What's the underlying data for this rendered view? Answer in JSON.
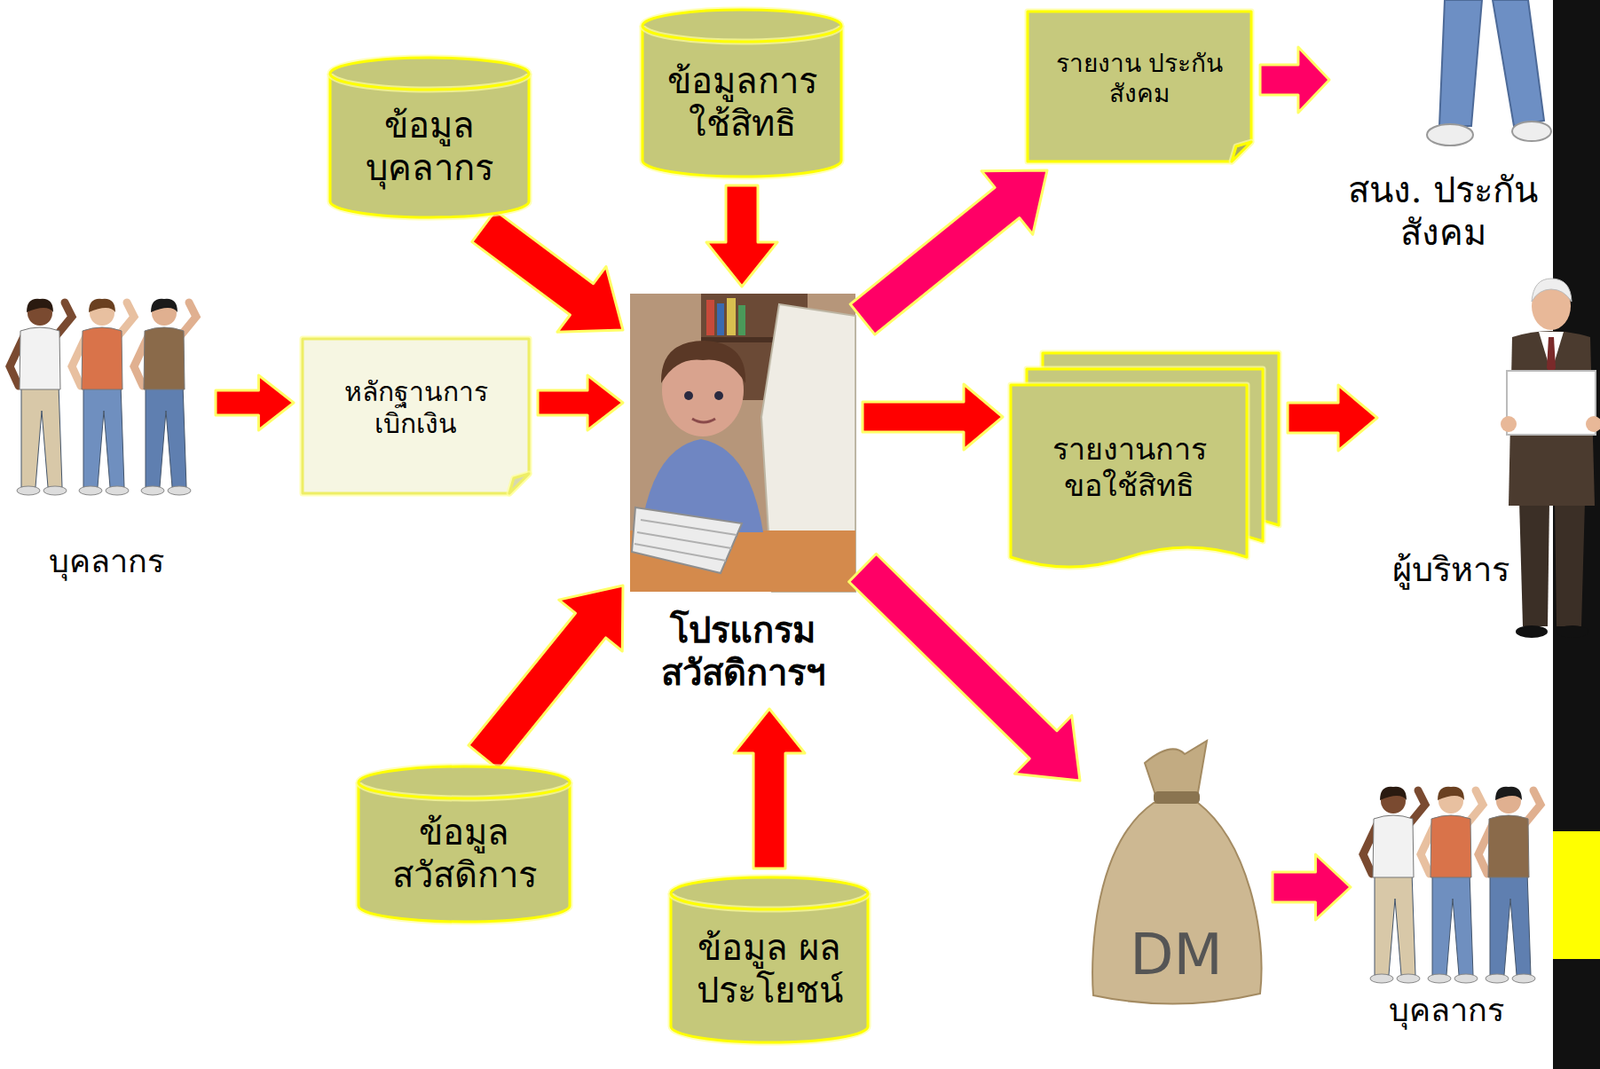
{
  "diagram": {
    "nodes": [
      {
        "text": [
          "บุคลากร"
        ]
      },
      {
        "text": [
          "ข้อมูล บุคลากร"
        ]
      },
      {
        "text": [
          "หลักฐานการ เบิกเงิน"
        ]
      },
      {
        "text": [
          "ข้อมูลการ ใช้สิทธิ"
        ]
      },
      {
        "text": [
          "โปรแกรม สวัสดิการฯ"
        ]
      },
      {
        "text": [
          "ข้อมูล สวัสดิการ"
        ]
      },
      {
        "text": [
          "ข้อมูล ผลประโยชน์"
        ]
      },
      {
        "text": [
          "รายงาน ประกันสังคม"
        ]
      },
      {
        "text": [
          "สนง. ประกันสังคม"
        ]
      },
      {
        "text": [
          "รายงานการ ขอใช้สิทธิ"
        ]
      },
      {
        "text": [
          "ผู้บริหาร"
        ]
      },
      {
        "text": [
          "DM"
        ]
      },
      {
        "text": [
          "บุคลากร"
        ]
      }
    ],
    "edges": [
      {
        "from": 0,
        "to": 2,
        "arrow": "to"
      },
      {
        "from": 2,
        "to": 4,
        "arrow": "to"
      },
      {
        "from": 1,
        "to": 4,
        "arrow": "to"
      },
      {
        "from": 3,
        "to": 4,
        "arrow": "to"
      },
      {
        "from": 5,
        "to": 4,
        "arrow": "to"
      },
      {
        "from": 6,
        "to": 4,
        "arrow": "to"
      },
      {
        "from": 4,
        "to": 7,
        "arrow": "to"
      },
      {
        "from": 7,
        "to": 8,
        "arrow": "to"
      },
      {
        "from": 4,
        "to": 9,
        "arrow": "to"
      },
      {
        "from": 9,
        "to": 10,
        "arrow": "to"
      },
      {
        "from": 4,
        "to": 11,
        "arrow": "to"
      },
      {
        "from": 11,
        "to": 12,
        "arrow": "to"
      }
    ]
  }
}
